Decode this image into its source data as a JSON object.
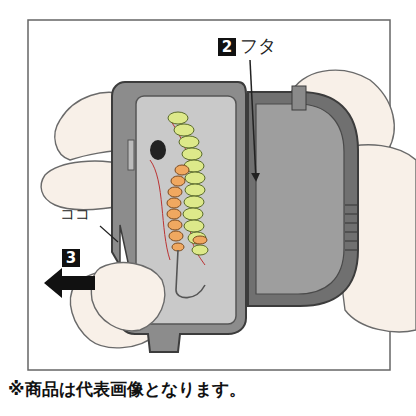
{
  "diagram": {
    "caption": "※商品は代表画像となります。",
    "nodes": [
      {
        "text": [
          "2"
        ]
      },
      {
        "text": [
          "3"
        ]
      }
    ],
    "labels": [
      "フタ",
      "ココ"
    ]
  }
}
